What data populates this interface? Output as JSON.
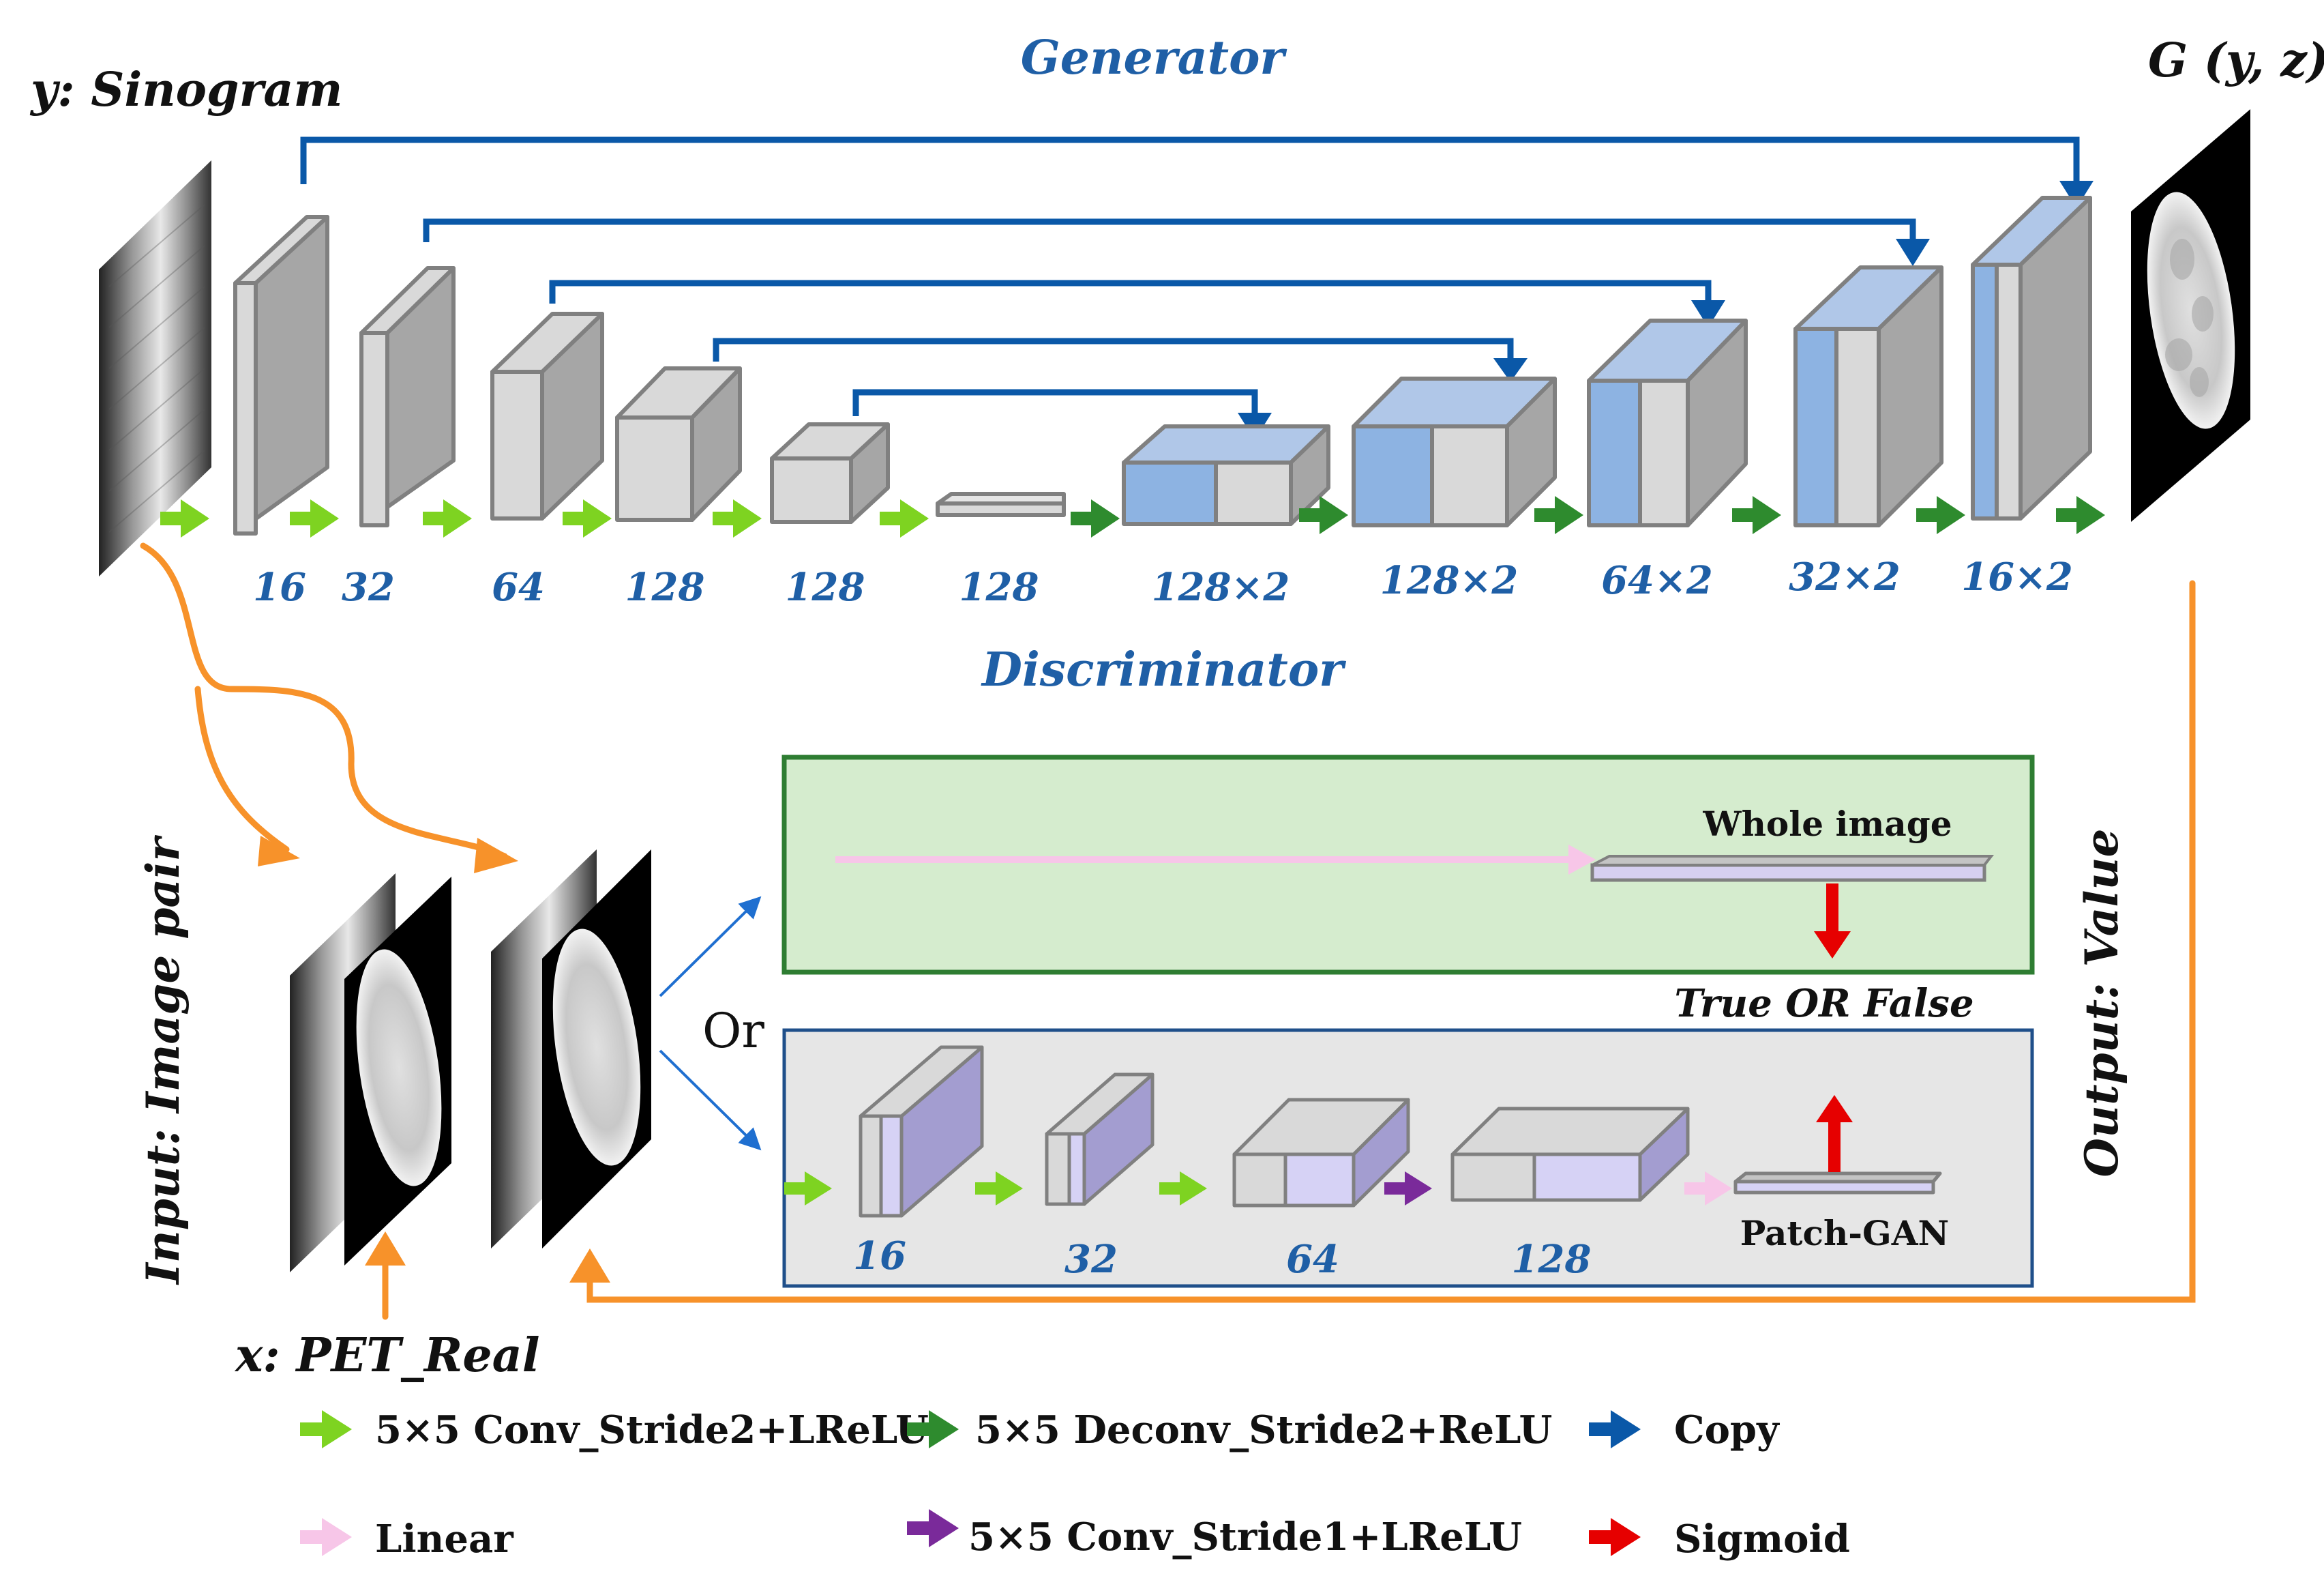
{
  "title_generator": "Generator",
  "title_discriminator": "Discriminator",
  "input_y": "y: Sinogram",
  "output_g": "G (y, z)",
  "input_x": "x: PET_Real",
  "input_pair": "Input: Image pair",
  "output_value": "Output: Value",
  "or_label": "Or",
  "gen_labels": [
    "16",
    "32",
    "64",
    "128",
    "128",
    "128",
    "128×2",
    "128×2",
    "64×2",
    "32×2",
    "16×2"
  ],
  "disc_labels": [
    "16",
    "32",
    "64",
    "128"
  ],
  "whole_image": "Whole image",
  "true_false": "True OR False",
  "patch_gan": "Patch-GAN",
  "legend": {
    "conv": "5×5 Conv_Stride2+LReLU",
    "deconv": "5×5 Deconv_Stride2+ReLU",
    "copy": "Copy",
    "linear": "Linear",
    "conv1": "5×5 Conv_Stride1+LReLU",
    "sigmoid": "Sigmoid"
  },
  "colors": {
    "conv": "#7ed321",
    "deconv": "#2e8b2e",
    "copy": "#0a58a8",
    "linear": "#f7c6e8",
    "conv1": "#7a2a9a",
    "sigmoid": "#e60000",
    "orange": "#f7922a",
    "label_blue": "#1f5fa6"
  }
}
